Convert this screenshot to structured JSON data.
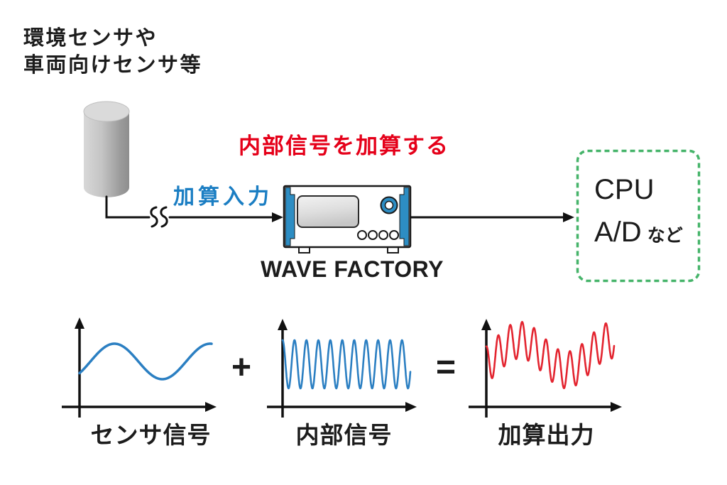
{
  "colors": {
    "text": "#1c1c1c",
    "line": "#111111",
    "red_accent": "#e50019",
    "blue_accent": "#1b7ec3",
    "device_blue": "#2d8dc3",
    "green_accent": "#46b46a",
    "wave_blue": "#2b7fc2",
    "wave_red": "#e3242f",
    "cylinder_light": "#d8d8d8",
    "cylinder_dark": "#8e8e8e",
    "screen_light": "#f2f2f2",
    "screen_dark": "#c6c6c6"
  },
  "annotations": {
    "sensor_source": {
      "line1": "環境センサや",
      "line2": "車両向けセンサ等"
    },
    "add_note": "内部信号を加算する",
    "add_input": "加算入力",
    "device_name": "WAVE FACTORY",
    "output_box": {
      "line1": "CPU",
      "line2": "A/D",
      "line2_suffix": "など"
    },
    "operators": {
      "plus": "+",
      "equals": "="
    }
  },
  "graphs": [
    {
      "label": "センサ信号",
      "wave": "sensor_signal",
      "type": "sine",
      "description": "low-frequency sensor sine wave"
    },
    {
      "label": "内部信号",
      "wave": "internal_signal",
      "type": "sine",
      "description": "high-frequency internal sine wave"
    },
    {
      "label": "加算出力",
      "wave": "added_output",
      "type": "sum",
      "description": "sum of sensor and internal signals"
    }
  ],
  "waves": {
    "sensor_signal": {
      "color": "#2b7fc2",
      "stroke_width": 3.5,
      "components": [
        {
          "amp": 25,
          "cycles": 1.38,
          "phase": -0.72
        }
      ]
    },
    "internal_signal": {
      "color": "#2b7fc2",
      "stroke_width": 2.6,
      "components": [
        {
          "amp": 34,
          "cycles": 10.7,
          "phase": 1.5708
        }
      ]
    },
    "added_output": {
      "color": "#e3242f",
      "stroke_width": 2.6,
      "components": [
        {
          "amp": 21,
          "cycles": 1.38,
          "phase": -0.72
        },
        {
          "amp": 26,
          "cycles": 10.7,
          "phase": 1.5708
        }
      ]
    }
  }
}
